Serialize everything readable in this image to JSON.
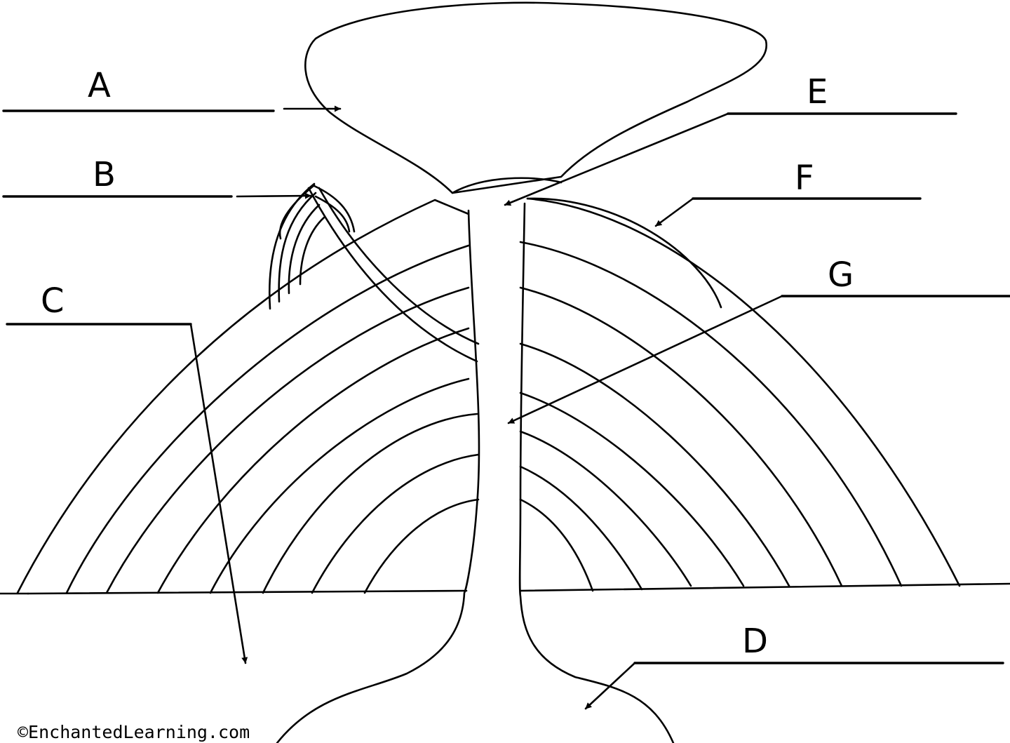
{
  "labels": [
    "A",
    "B",
    "C",
    "D",
    "E",
    "F",
    "G"
  ],
  "copyright": "©EnchantedLearning.com"
}
